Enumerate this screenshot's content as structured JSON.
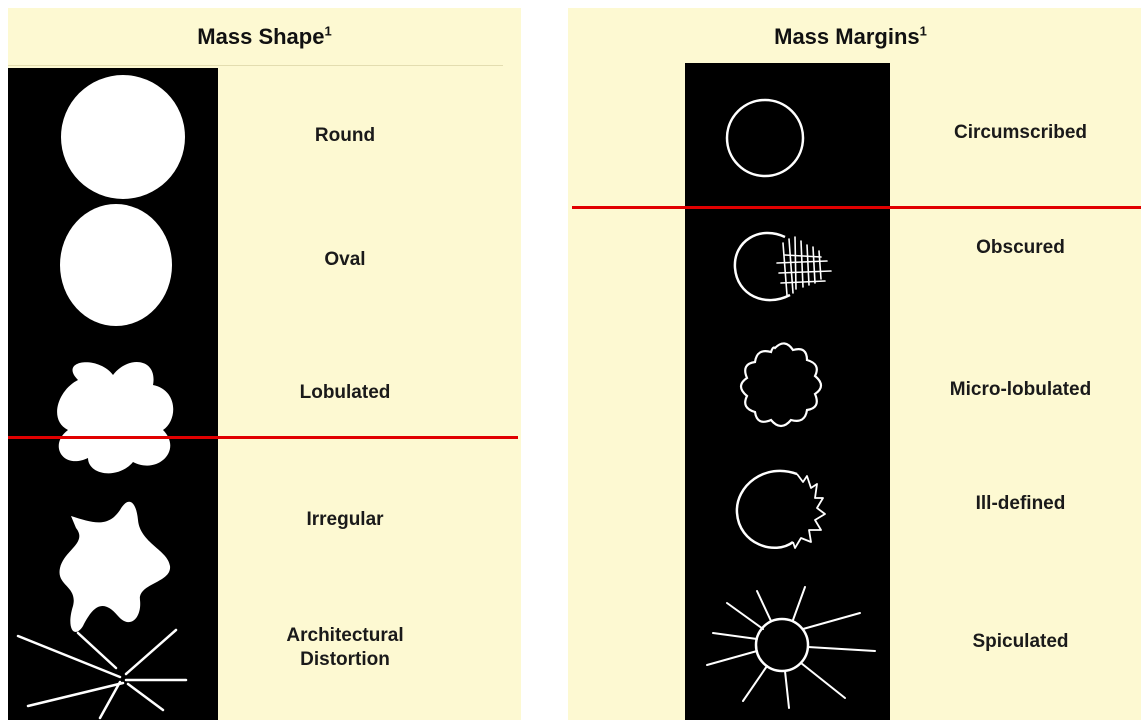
{
  "mass_shape": {
    "title": "Mass Shape",
    "title_sup": "1",
    "items": [
      {
        "label": "Round",
        "icon": "round-shape-icon"
      },
      {
        "label": "Oval",
        "icon": "oval-shape-icon"
      },
      {
        "label": "Lobulated",
        "icon": "lobulated-shape-icon"
      },
      {
        "label": "Irregular",
        "icon": "irregular-shape-icon"
      },
      {
        "label_line1": "Architectural",
        "label_line2": "Distortion",
        "icon": "architectural-distortion-icon"
      }
    ]
  },
  "mass_margins": {
    "title": "Mass Margins",
    "title_sup": "1",
    "items": [
      {
        "label": "Circumscribed",
        "icon": "circumscribed-margin-icon"
      },
      {
        "label": "Obscured",
        "icon": "obscured-margin-icon"
      },
      {
        "label": "Micro-lobulated",
        "icon": "micro-lobulated-margin-icon"
      },
      {
        "label": "Ill-defined",
        "icon": "ill-defined-margin-icon"
      },
      {
        "label": "Spiculated",
        "icon": "spiculated-margin-icon"
      }
    ]
  },
  "colors": {
    "panel_background": "#fdf9d2",
    "strip_background": "#000000",
    "divider_line": "#e10000",
    "shape_fill": "#ffffff"
  }
}
